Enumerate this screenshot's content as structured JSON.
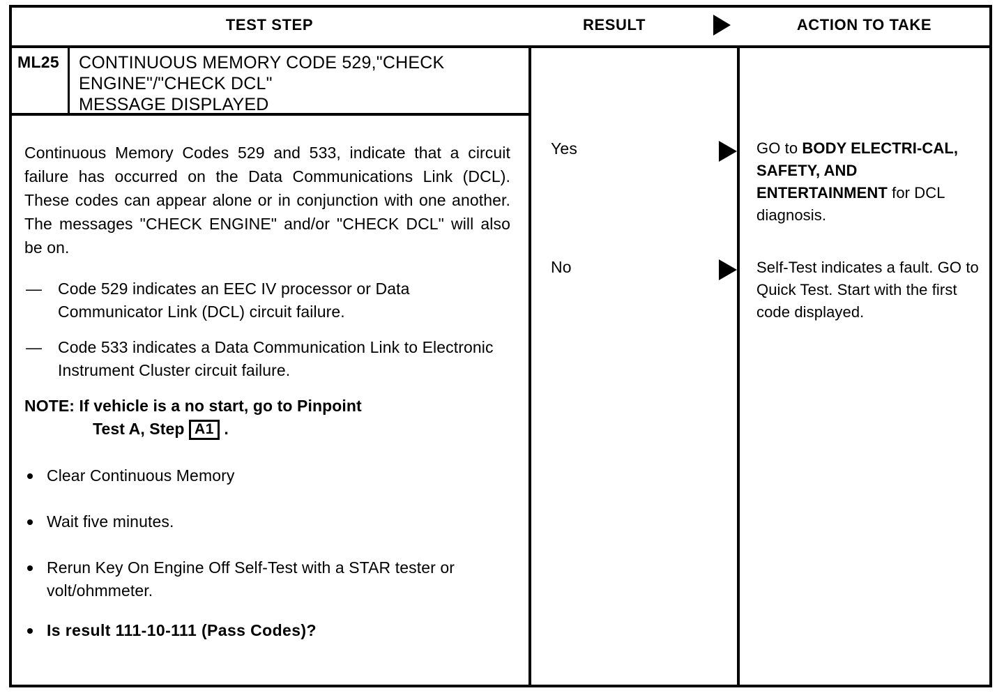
{
  "document": {
    "type": "diagnostic-pinpoint-test-table"
  },
  "table": {
    "headers": {
      "test_step": "TEST STEP",
      "result": "RESULT",
      "action_to_take": "ACTION TO TAKE",
      "result_arrow_icon": "right-triangle-icon"
    },
    "step": {
      "id": "ML25",
      "title": "CONTINUOUS MEMORY CODE 529,\"CHECK\nENGINE\"/\"CHECK DCL\"\nMESSAGE DISPLAYED",
      "paragraph": "Continuous Memory Codes 529 and 533, indicate that a circuit failure has occurred on the Data Communications Link (DCL). These codes can appear alone or in conjunction with one another. The messages \"CHECK ENGINE\" and/or \"CHECK DCL\" will also be on.",
      "dash_items": [
        {
          "marker": "—",
          "text": "Code 529 indicates an EEC IV processor or Data Communicator Link (DCL) circuit failure."
        },
        {
          "marker": "—",
          "text": "Code 533 indicates a Data Communication Link to Electronic Instrument Cluster circuit failure."
        }
      ],
      "note": {
        "line1": "NOTE: If vehicle is a no start, go to Pinpoint",
        "line2_prefix": "Test A, Step ",
        "boxed_ref": "A1",
        "line2_suffix": " ."
      },
      "bullets": [
        {
          "text": "Clear Continuous Memory",
          "bold": false
        },
        {
          "text": "Wait five minutes.",
          "bold": false
        },
        {
          "text": "Rerun Key On Engine Off Self-Test with a STAR tester or volt/ohmmeter.",
          "bold": false
        },
        {
          "text": "Is result 111-10-111 (Pass Codes)?",
          "bold": true
        }
      ]
    },
    "rows": [
      {
        "result": "Yes",
        "arrow_icon": "right-triangle-icon",
        "action_parts": [
          {
            "text": "GO to ",
            "bold": false
          },
          {
            "text": "BODY ELECTRI-CAL, SAFETY, AND ENTERTAINMENT",
            "bold": true
          },
          {
            "text": " for DCL diagnosis.",
            "bold": false
          }
        ],
        "action_plain": "GO to BODY ELECTRICAL, SAFETY, AND ENTERTAINMENT for DCL diagnosis."
      },
      {
        "result": "No",
        "arrow_icon": "right-triangle-icon",
        "action_parts": [
          {
            "text": "Self-Test indicates a fault. GO to Quick Test. Start with the first code displayed.",
            "bold": false
          }
        ],
        "action_plain": "Self-Test indicates a fault. GO to Quick Test. Start with the first code displayed."
      }
    ]
  },
  "colors": {
    "ink": "#000000",
    "paper": "#ffffff"
  }
}
